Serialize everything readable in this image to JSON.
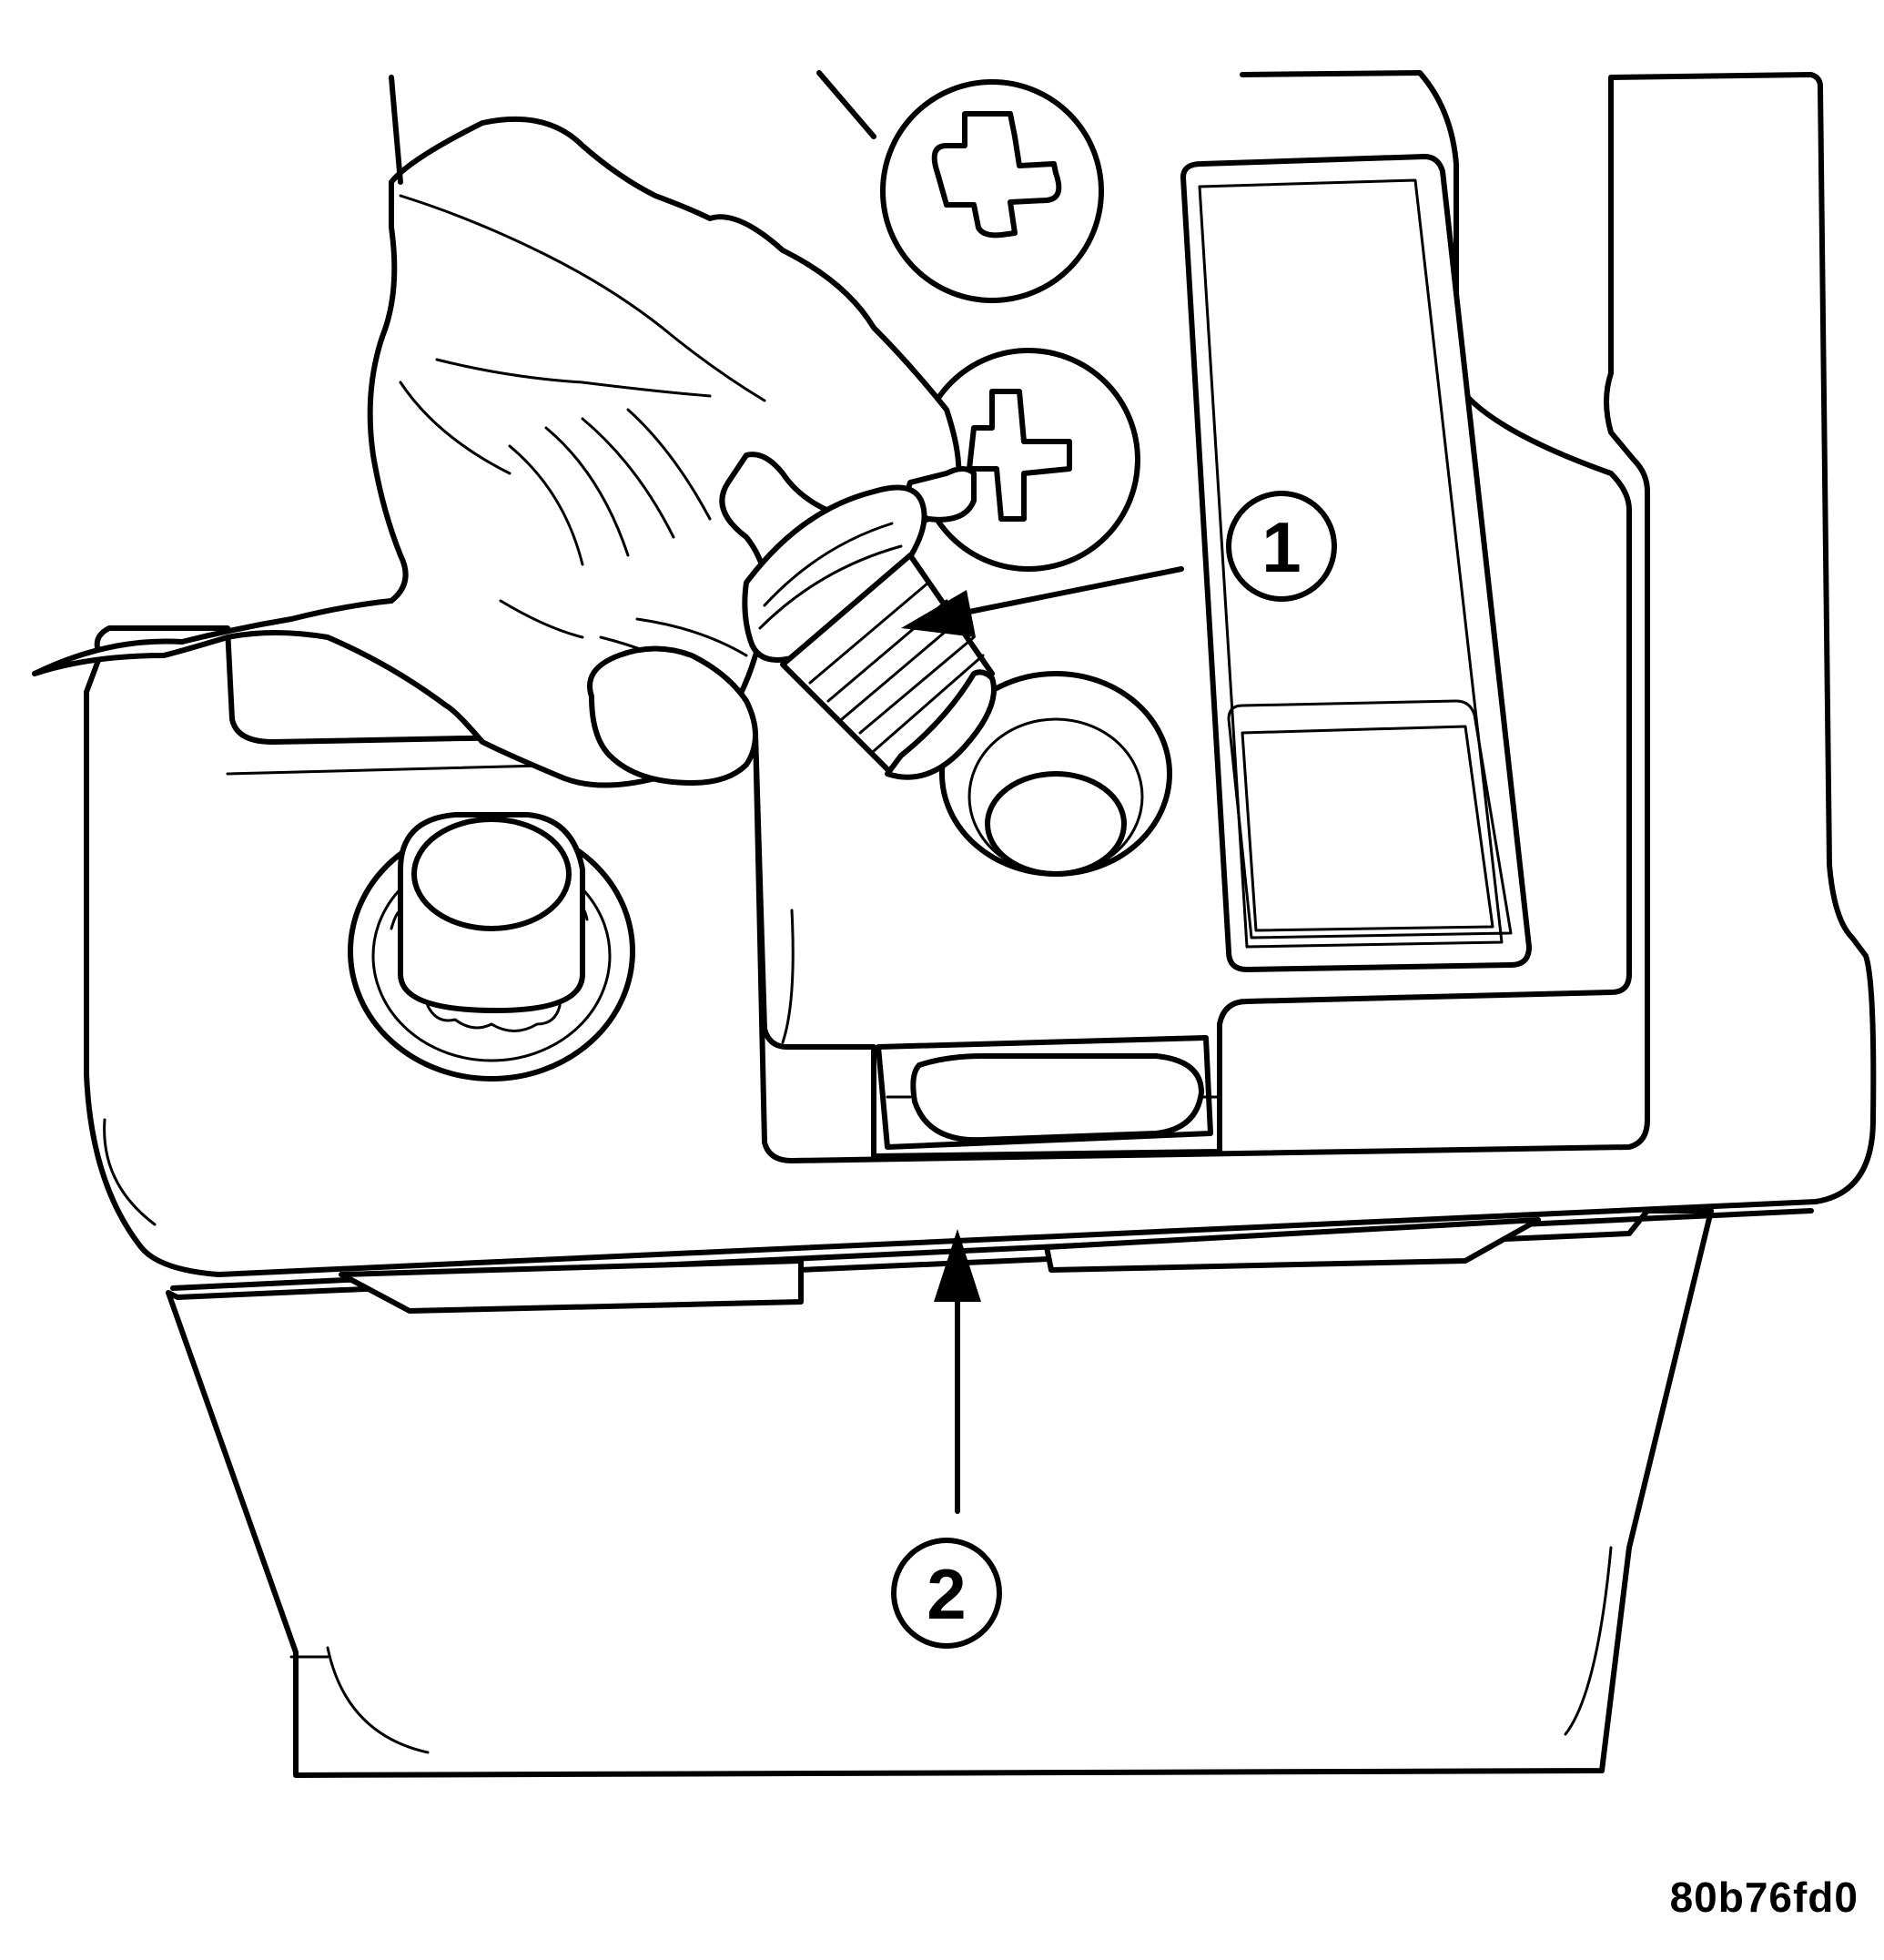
{
  "callouts": [
    {
      "id": "1",
      "label": "1"
    },
    {
      "id": "2",
      "label": "2"
    }
  ],
  "figure_code": "80b76fd0",
  "colors": {
    "line": "#000000",
    "background": "#ffffff"
  }
}
